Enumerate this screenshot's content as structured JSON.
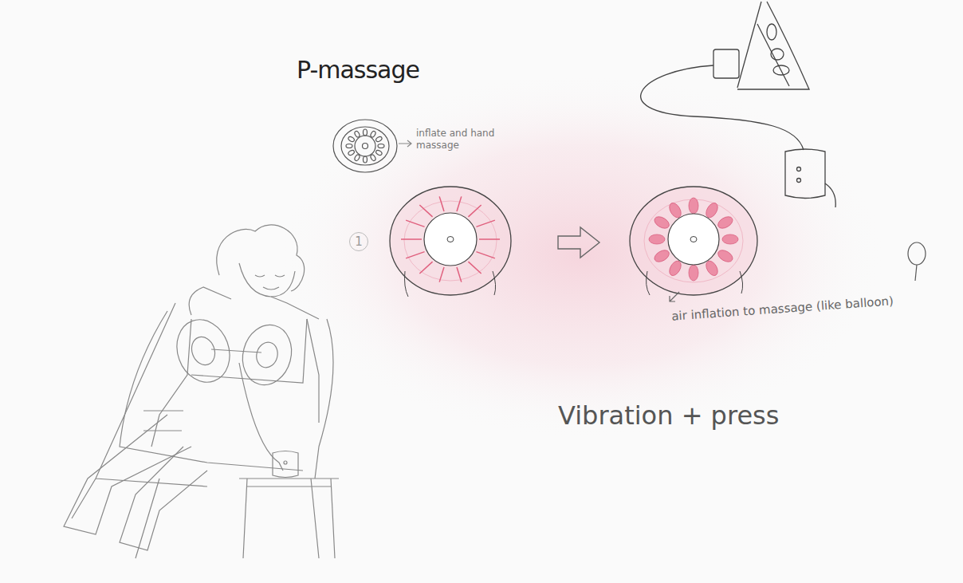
{
  "diagram": {
    "title": "P-massage",
    "labels": [
      "inflate and hand massage",
      "1",
      "air inflation to massage (like balloon)",
      "Vibration + press"
    ]
  }
}
